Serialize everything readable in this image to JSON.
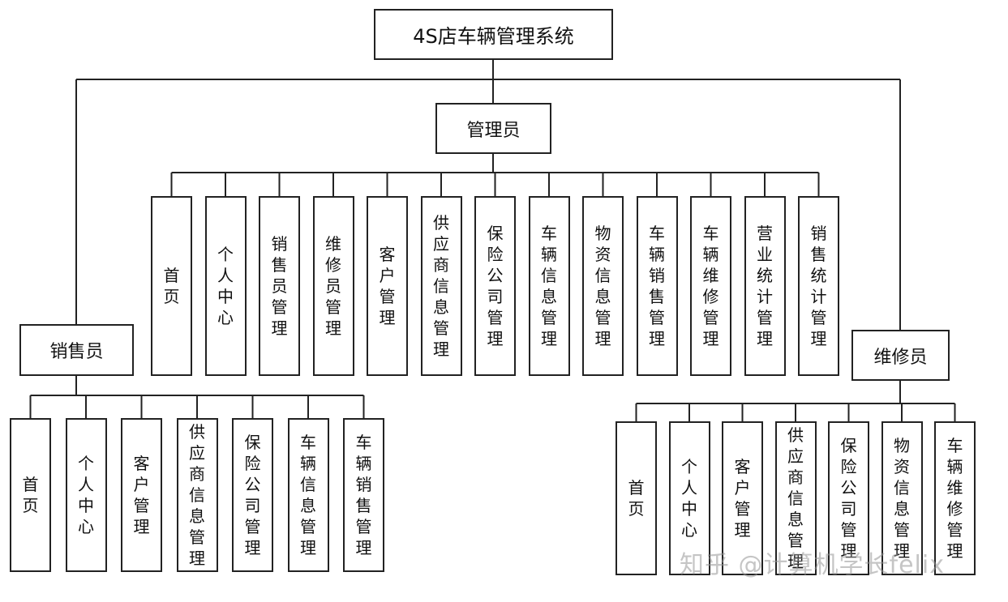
{
  "root": {
    "label": "4S店车辆管理系统"
  },
  "admin": {
    "label": "管理员",
    "items": [
      "首页",
      "个人中心",
      "销售员管理",
      "维修员管理",
      "客户管理",
      "供应商信息管理",
      "保险公司管理",
      "车辆信息管理",
      "物资信息管理",
      "车辆销售管理",
      "车辆维修管理",
      "营业统计管理",
      "销售统计管理"
    ]
  },
  "sales": {
    "label": "销售员",
    "items": [
      "首页",
      "个人中心",
      "客户管理",
      "供应商信息管理",
      "保险公司管理",
      "车辆信息管理",
      "车辆销售管理"
    ]
  },
  "repair": {
    "label": "维修员",
    "items": [
      "首页",
      "个人中心",
      "客户管理",
      "供应商信息管理",
      "保险公司管理",
      "物资信息管理",
      "车辆维修管理"
    ]
  },
  "watermark": "知乎 @计算机学长felix",
  "colors": {
    "line": "#222222",
    "border": "#222222"
  }
}
